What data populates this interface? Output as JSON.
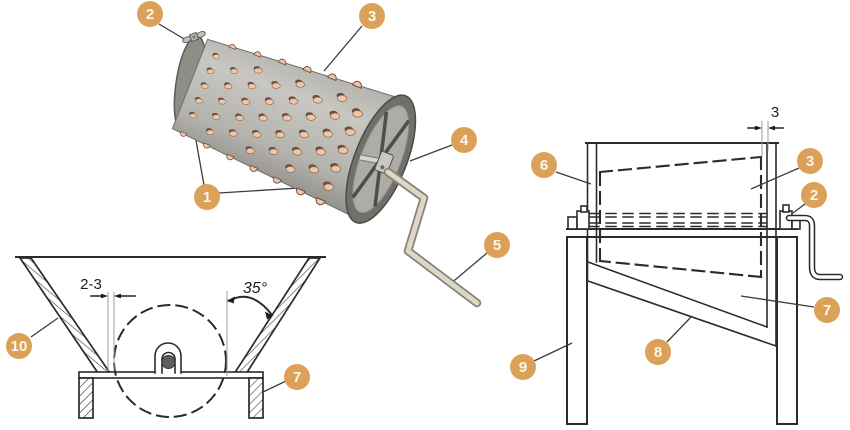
{
  "diagram": {
    "colors": {
      "accent": "#DCA158",
      "callout_text": "#FBF6EB",
      "line": "#2B2B2B",
      "leader": "#3C3C3C",
      "dim_line": "#9B9B9B",
      "drum_light": "#C8C7C1",
      "drum_mid": "#B3B2AC",
      "drum_dark": "#8F8E88",
      "cap": "#8E8E86",
      "rim": "#70706A",
      "rim_edge": "#4C4C46",
      "interior": "#ADACA6",
      "spoke": "#4E4E48",
      "hub": "#C9C9C3",
      "spike": "#F0C6A9",
      "spike_dark": "#6A4D3B",
      "spike_edge": "#8A6A52",
      "crank_fill": "#DFD7C6",
      "crank_edge": "#83837A"
    },
    "views": {
      "drum_3d": {
        "callouts": {
          "shell": "1",
          "fastener": "2",
          "surface": "3",
          "hub": "4",
          "handle": "5"
        }
      },
      "hopper_section": {
        "callouts": {
          "side_wall": "10",
          "support_post": "7"
        },
        "dimensions": {
          "clearance": "2-3",
          "wall_angle": "35°"
        }
      },
      "frame_side": {
        "callouts": {
          "hopper_wall": "6",
          "drum": "3",
          "crank": "2",
          "lower_panel": "7",
          "chute": "8",
          "leg": "9"
        },
        "dimensions": {
          "edge_gap": "3"
        }
      }
    }
  }
}
